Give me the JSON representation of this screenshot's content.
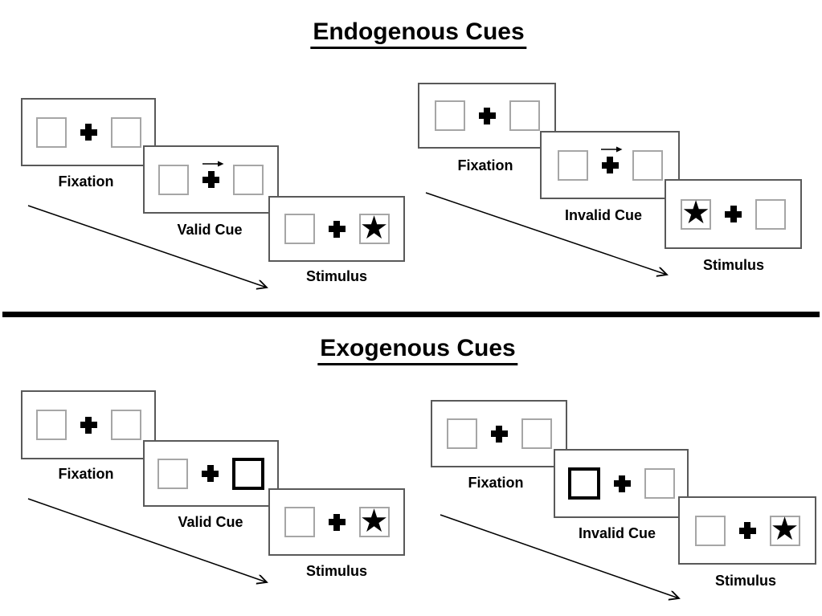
{
  "diagram_type": "posner-cueing-task",
  "colors": {
    "background": "#ffffff",
    "panel_border": "#595959",
    "box_border": "#a6a6a6",
    "highlight_border": "#000000",
    "ink": "#000000"
  },
  "icons": {
    "star": "★",
    "fixation_cross": "✚",
    "cue_arrow": "→"
  },
  "sections": [
    {
      "title": "Endogenous Cues",
      "groups": [
        {
          "condition": "valid",
          "panels": [
            {
              "label": "Fixation",
              "center": "fixation-cross",
              "left_box": "plain",
              "right_box": "plain"
            },
            {
              "label": "Valid Cue",
              "center": "fixation-cross-with-right-arrow",
              "left_box": "plain",
              "right_box": "plain"
            },
            {
              "label": "Stimulus",
              "center": "fixation-cross",
              "left_box": "plain",
              "right_box": "star"
            }
          ]
        },
        {
          "condition": "invalid",
          "panels": [
            {
              "label": "Fixation",
              "center": "fixation-cross",
              "left_box": "plain",
              "right_box": "plain"
            },
            {
              "label": "Invalid Cue",
              "center": "fixation-cross-with-right-arrow",
              "left_box": "plain",
              "right_box": "plain"
            },
            {
              "label": "Stimulus",
              "center": "fixation-cross",
              "left_box": "star",
              "right_box": "plain"
            }
          ]
        }
      ]
    },
    {
      "title": "Exogenous Cues",
      "groups": [
        {
          "condition": "valid",
          "panels": [
            {
              "label": "Fixation",
              "center": "fixation-cross",
              "left_box": "plain",
              "right_box": "plain"
            },
            {
              "label": "Valid Cue",
              "center": "fixation-cross",
              "left_box": "plain",
              "right_box": "highlighted"
            },
            {
              "label": "Stimulus",
              "center": "fixation-cross",
              "left_box": "plain",
              "right_box": "star"
            }
          ]
        },
        {
          "condition": "invalid",
          "panels": [
            {
              "label": "Fixation",
              "center": "fixation-cross",
              "left_box": "plain",
              "right_box": "plain"
            },
            {
              "label": "Invalid Cue",
              "center": "fixation-cross",
              "left_box": "highlighted",
              "right_box": "plain"
            },
            {
              "label": "Stimulus",
              "center": "fixation-cross",
              "left_box": "plain",
              "right_box": "star"
            }
          ]
        }
      ]
    }
  ]
}
